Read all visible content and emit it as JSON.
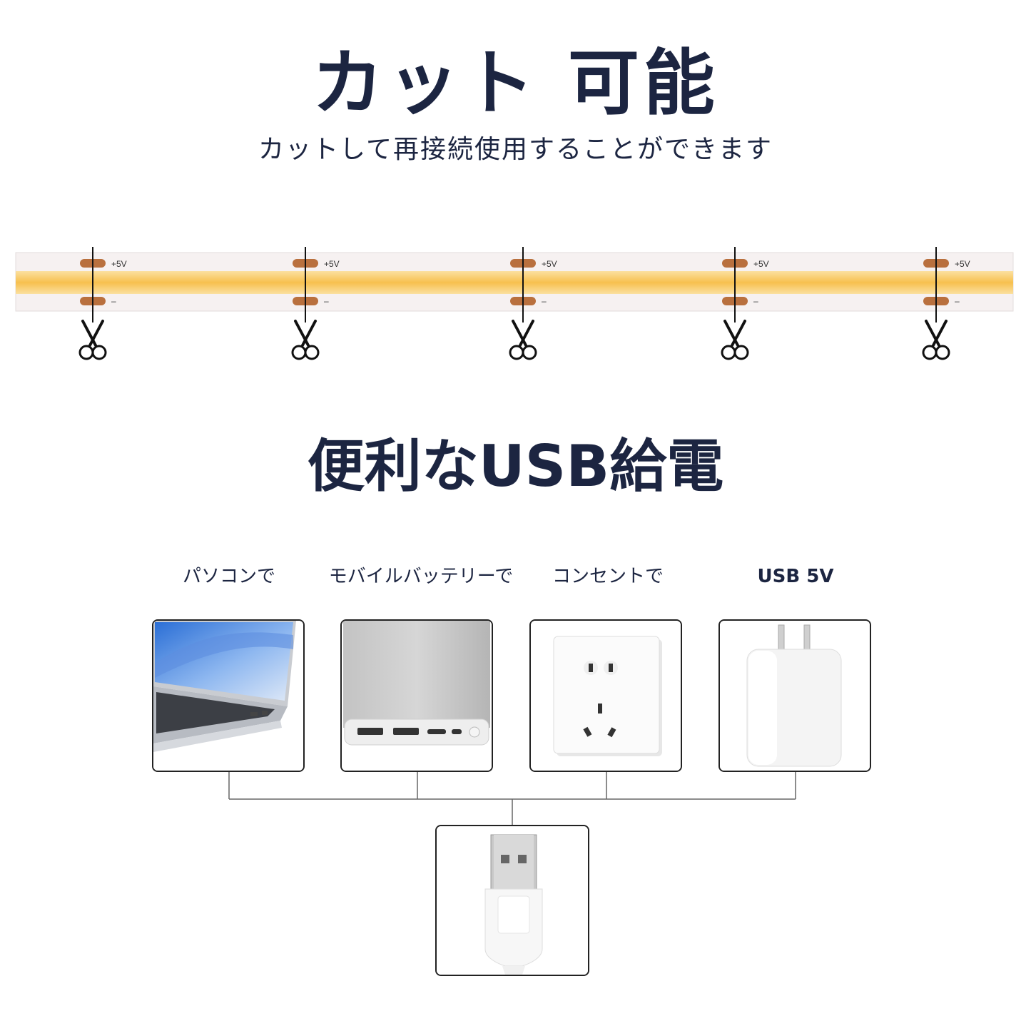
{
  "section_cut": {
    "title": "カット 可能",
    "subtitle": "カットして再接続使用することができます"
  },
  "strip": {
    "plus_label": "+5V",
    "minus_label": "–",
    "strip_color": "#f7c04e",
    "pad_color": "#b9703e"
  },
  "section_usb": {
    "title": "便利なUSB給電"
  },
  "sources": [
    {
      "label": "パソコンで",
      "icon": "laptop-icon"
    },
    {
      "label": "モバイルバッテリーで",
      "icon": "power-bank-icon"
    },
    {
      "label": "コンセントで",
      "icon": "wall-outlet-icon"
    },
    {
      "label": "USB 5V",
      "icon": "usb-adapter-icon"
    }
  ],
  "usb_plug": {
    "icon": "usb-plug-icon"
  }
}
